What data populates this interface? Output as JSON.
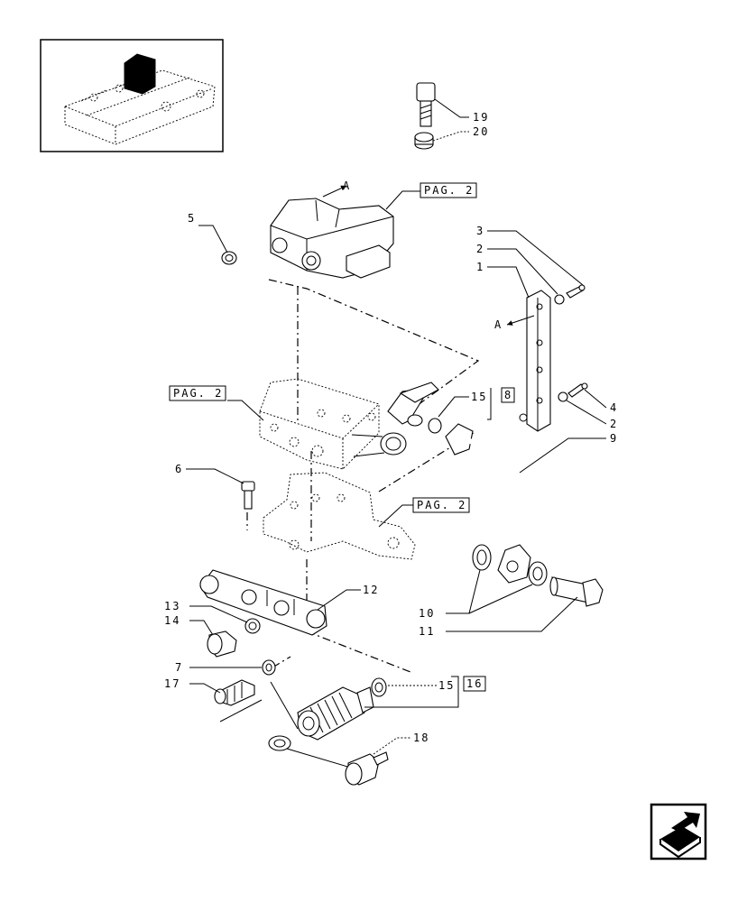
{
  "callouts": {
    "c19": "19",
    "c20": "20",
    "c5": "5",
    "c3": "3",
    "c2a": "2",
    "c1": "1",
    "c4": "4",
    "c2b": "2",
    "c9": "9",
    "c15a": "15",
    "c6": "6",
    "c12": "12",
    "c13": "13",
    "c14": "14",
    "c7": "7",
    "c17": "17",
    "c15b": "15",
    "c10": "10",
    "c11": "11",
    "c18": "18"
  },
  "refs": {
    "pag_top": "PAG. 2",
    "pag_left": "PAG. 2",
    "pag_mid": "PAG. 2",
    "box8": "8",
    "box16": "16"
  },
  "arrows": {
    "a_top": "A",
    "a_right": "A"
  },
  "icons": {
    "thumbnail": "tractor-lift-cover-thumbnail",
    "nav": "next-page-arrow-icon"
  }
}
